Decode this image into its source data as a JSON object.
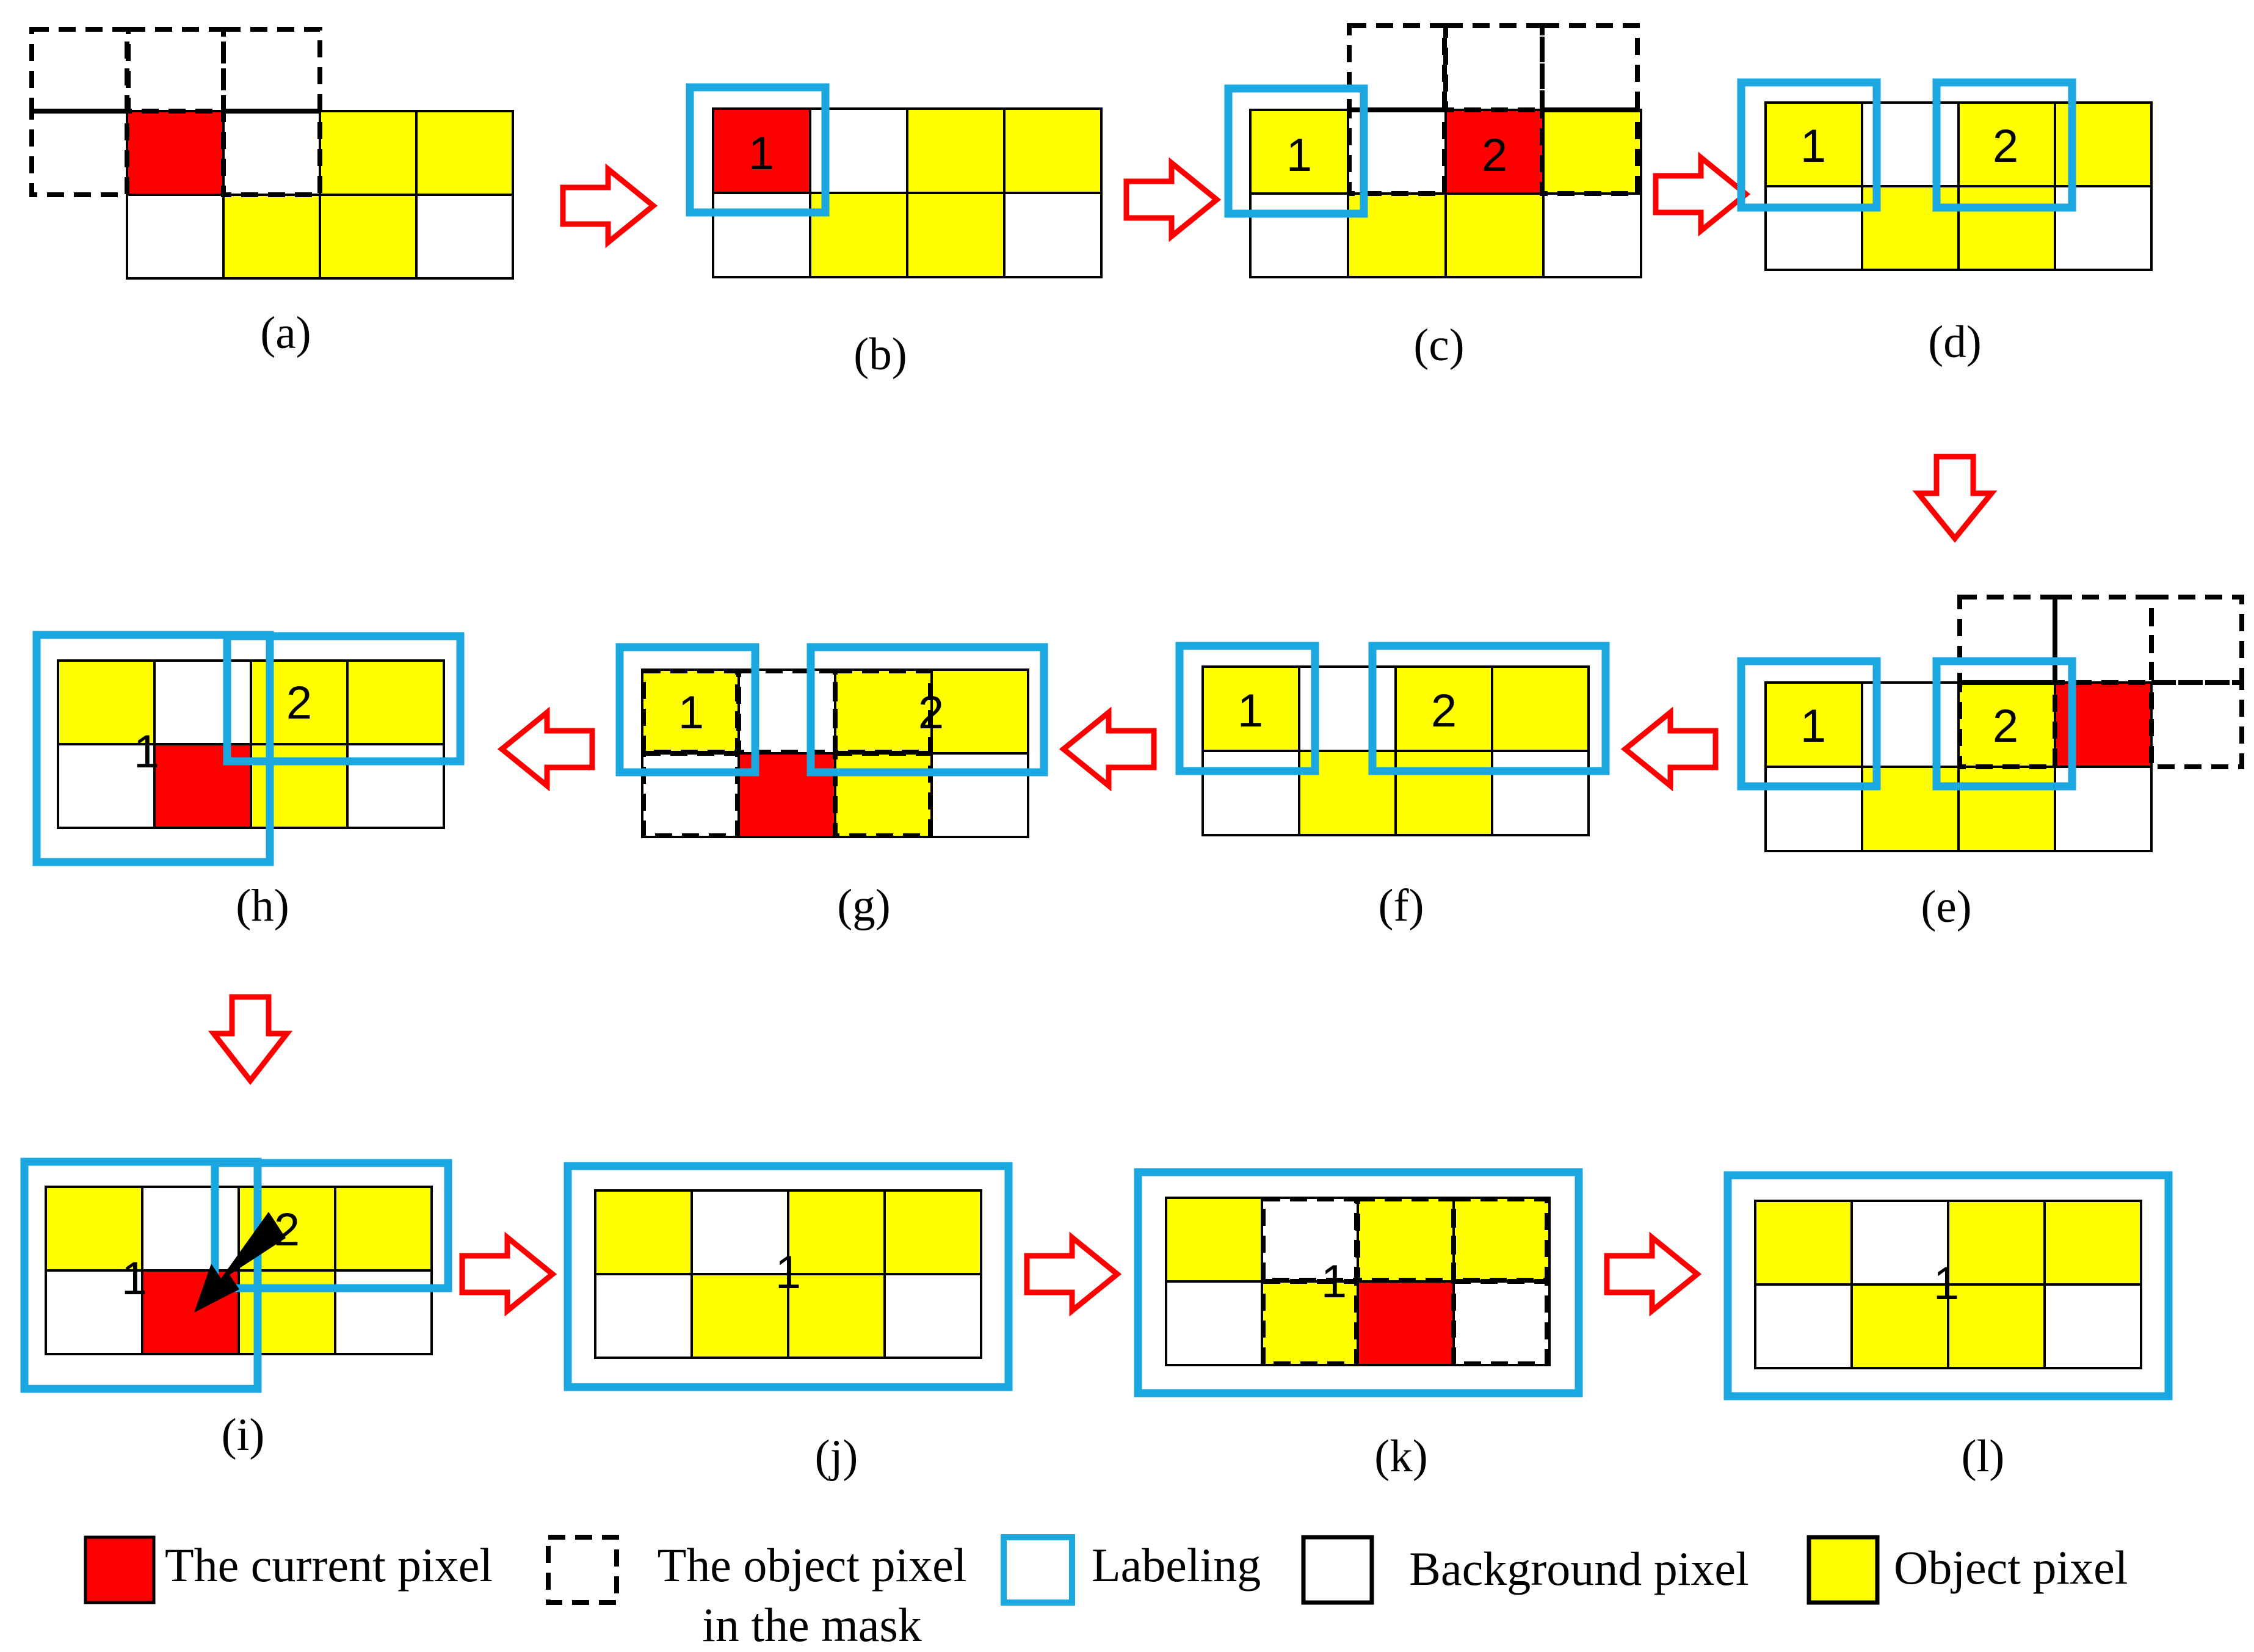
{
  "colors": {
    "object": "#FFFF00",
    "background": "#FFFFFF",
    "current": "#FF0000",
    "labeling": "#1BA7E0",
    "arrow": "#FF0000"
  },
  "panels": {
    "a": {
      "caption": "(a)"
    },
    "b": {
      "caption": "(b)",
      "labels": [
        "1"
      ]
    },
    "c": {
      "caption": "(c)",
      "labels": [
        "1",
        "2"
      ]
    },
    "d": {
      "caption": "(d)",
      "labels": [
        "1",
        "2"
      ]
    },
    "e": {
      "caption": "(e)",
      "labels": [
        "1",
        "2"
      ]
    },
    "f": {
      "caption": "(f)",
      "labels": [
        "1",
        "2"
      ]
    },
    "g": {
      "caption": "(g)",
      "labels": [
        "1",
        "2"
      ]
    },
    "h": {
      "caption": "(h)",
      "labels": [
        "1",
        "2"
      ]
    },
    "i": {
      "caption": "(i)",
      "labels": [
        "1",
        "2"
      ]
    },
    "j": {
      "caption": "(j)",
      "labels": [
        "1"
      ]
    },
    "k": {
      "caption": "(k)",
      "labels": [
        "1"
      ]
    },
    "l": {
      "caption": "(l)",
      "labels": [
        "1"
      ]
    }
  },
  "legend": {
    "current": "The current pixel",
    "mask_line1": "The object pixel",
    "mask_line2": "in the mask",
    "labeling": "Labeling",
    "background": "Background  pixel",
    "object": "Object pixel"
  }
}
